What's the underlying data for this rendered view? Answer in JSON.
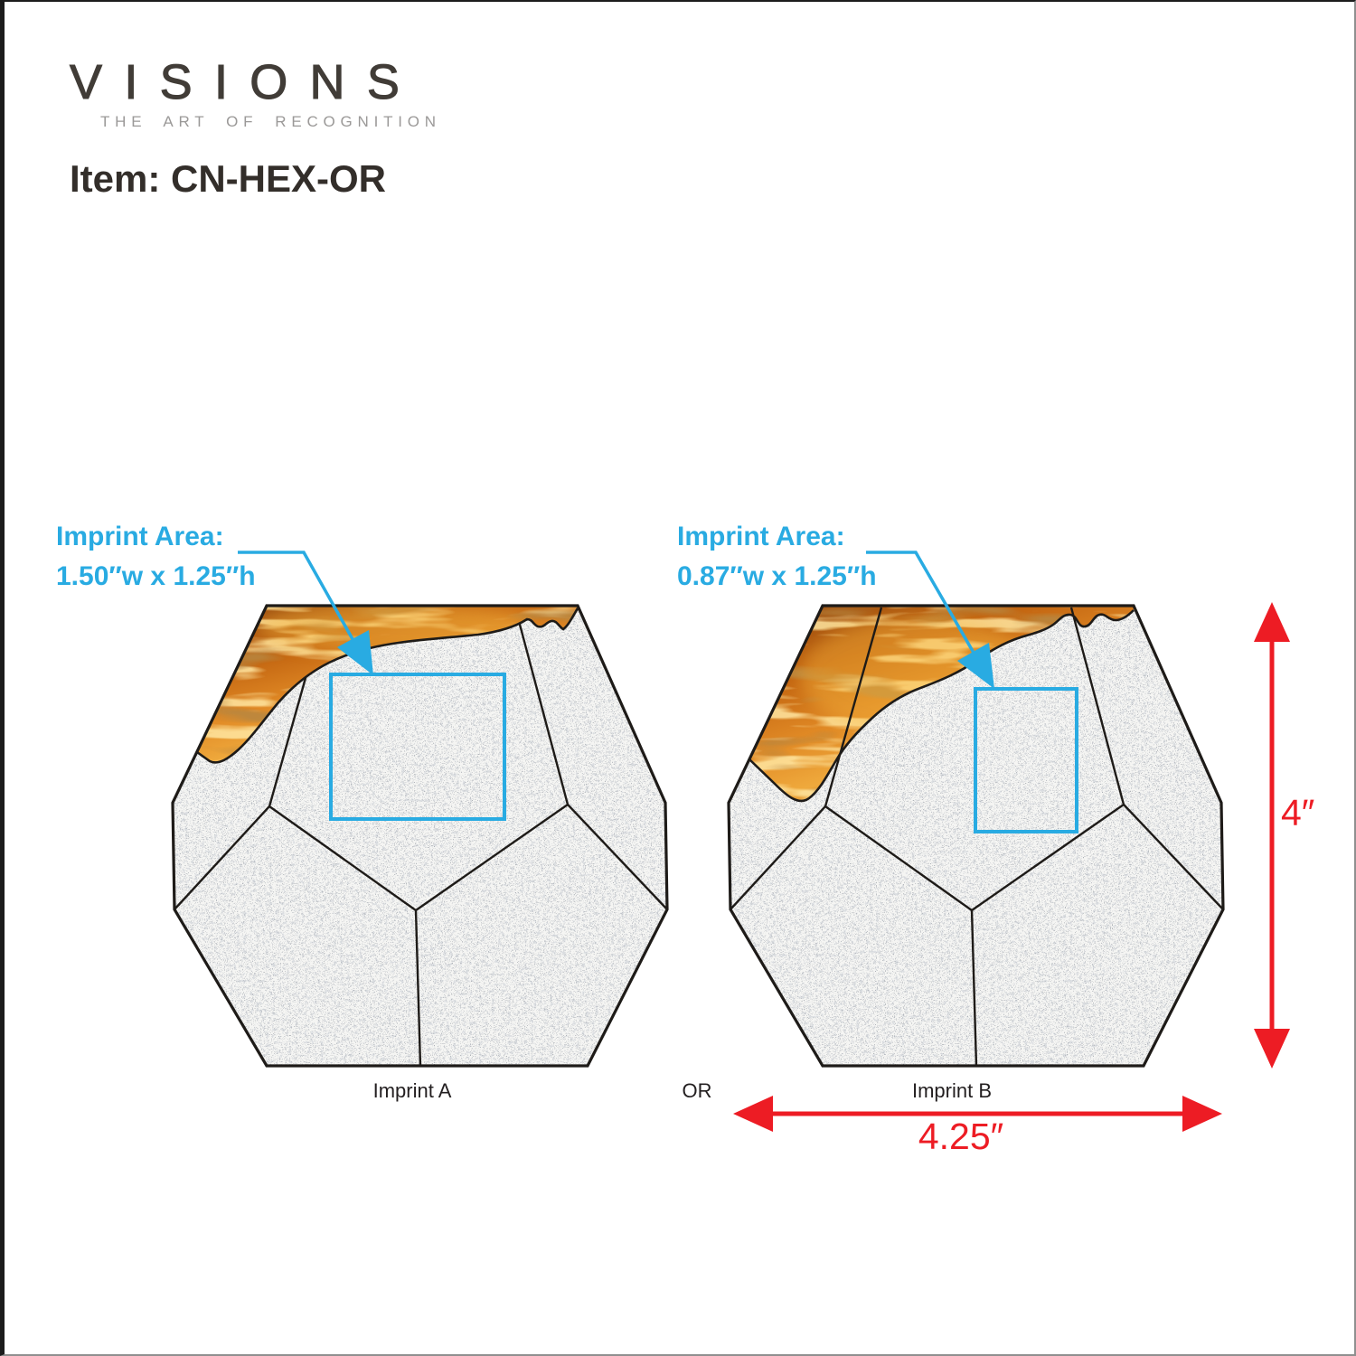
{
  "header": {
    "logo": "VISIONS",
    "tagline": "THE ART OF RECOGNITION",
    "item_label": "Item: CN-HEX-OR"
  },
  "products": {
    "a": {
      "imprint_title": "Imprint Area:",
      "imprint_size": "1.50″w x 1.25″h",
      "caption": "Imprint A"
    },
    "b": {
      "imprint_title": "Imprint Area:",
      "imprint_size": "0.87″w x 1.25″h",
      "caption": "Imprint B"
    }
  },
  "separator_label": "OR",
  "dimensions": {
    "height": "4″",
    "width": "4.25″"
  },
  "colors": {
    "accent_blue": "#29ABE2",
    "dimension_red": "#ED1C24",
    "outline_black": "#1E1B18",
    "stone_white": "#F5F5F3",
    "resin_orange_dark": "#8F4810",
    "resin_orange_mid": "#D8821F",
    "resin_orange_light": "#F0A93C",
    "heading_dark": "#332E2A",
    "tagline_gray": "#9B9998"
  }
}
